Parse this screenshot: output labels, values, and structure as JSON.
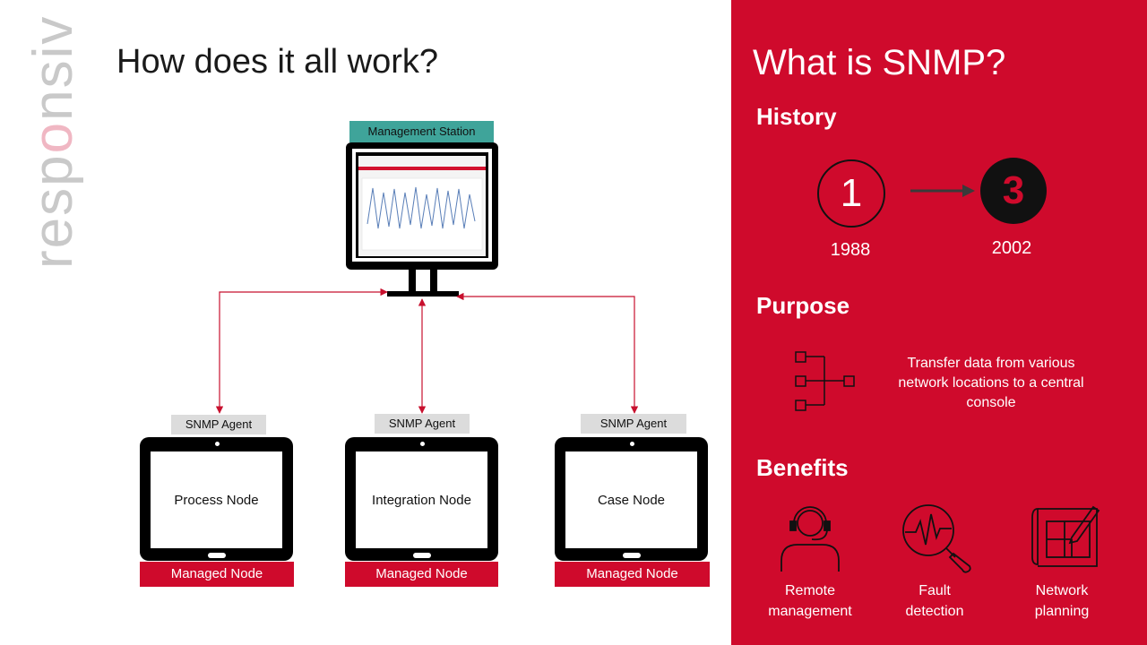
{
  "logo": {
    "text_pre": "resp",
    "text_o": "o",
    "text_post": "nsiv"
  },
  "left": {
    "title": "How does it all work?",
    "management_station_label": "Management Station",
    "nodes": [
      {
        "agent_label": "SNMP Agent",
        "screen_label": "Process Node",
        "footer_label": "Managed Node"
      },
      {
        "agent_label": "SNMP Agent",
        "screen_label": "Integration Node",
        "footer_label": "Managed Node"
      },
      {
        "agent_label": "SNMP Agent",
        "screen_label": "Case Node",
        "footer_label": "Managed Node"
      }
    ]
  },
  "right": {
    "title": "What is SNMP?",
    "history": {
      "heading": "History",
      "from_version": "1",
      "from_year": "1988",
      "to_version": "3",
      "to_year": "2002"
    },
    "purpose": {
      "heading": "Purpose",
      "text": "Transfer data from various network locations to a central console",
      "icon": "hierarchy-tree-icon"
    },
    "benefits": {
      "heading": "Benefits",
      "items": [
        {
          "icon": "headset-person-icon",
          "line1": "Remote",
          "line2": "management"
        },
        {
          "icon": "magnifier-pulse-icon",
          "line1": "Fault",
          "line2": "detection"
        },
        {
          "icon": "blueprint-pencil-icon",
          "line1": "Network",
          "line2": "planning"
        }
      ]
    }
  },
  "colors": {
    "accent_red": "#cf0a2c",
    "teal": "#3fa49a",
    "agent_grey": "#dcdcdc",
    "arrow_red": "#c8102e"
  }
}
